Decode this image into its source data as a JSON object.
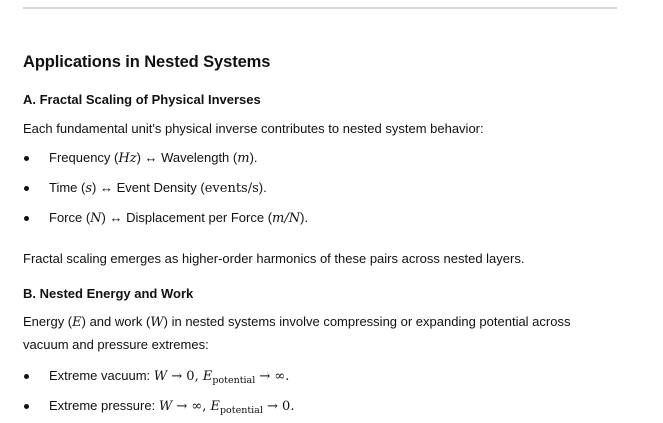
{
  "heading": "Applications in Nested Systems",
  "section_a": {
    "title": "A. Fractal Scaling of Physical Inverses",
    "intro": "Each fundamental unit's physical inverse contributes to nested system behavior:",
    "items": [
      {
        "pre": "Frequency (",
        "m1": "Hz",
        "mid": ") ↔ Wavelength (",
        "m2": "m",
        "post": ")."
      },
      {
        "pre": "Time (",
        "m1": "s",
        "mid": ") ↔ Event Density (",
        "m2": "events/s",
        "post": ")."
      },
      {
        "pre": "Force (",
        "m1": "N",
        "mid": ") ↔ Displacement per Force (",
        "m2": "m/N",
        "post": ")."
      }
    ],
    "outro": "Fractal scaling emerges as higher-order harmonics of these pairs across nested layers."
  },
  "section_b": {
    "title": "B. Nested Energy and Work",
    "intro_line1": {
      "pre": "Energy (",
      "m1": "E",
      "mid": ") and work (",
      "m2": "W",
      "post": ") in nested systems involve compressing or expanding potential across"
    },
    "intro_line2": "vacuum and pressure extremes:",
    "items": [
      {
        "label": "Extreme vacuum: ",
        "w": "W",
        "arrow1": " → 0, ",
        "e": "E",
        "sub": "potential",
        "arrow2": " → ∞."
      },
      {
        "label": "Extreme pressure: ",
        "w": "W",
        "arrow1": " → ∞, ",
        "e": "E",
        "sub": "potential",
        "arrow2": " → 0."
      }
    ]
  }
}
